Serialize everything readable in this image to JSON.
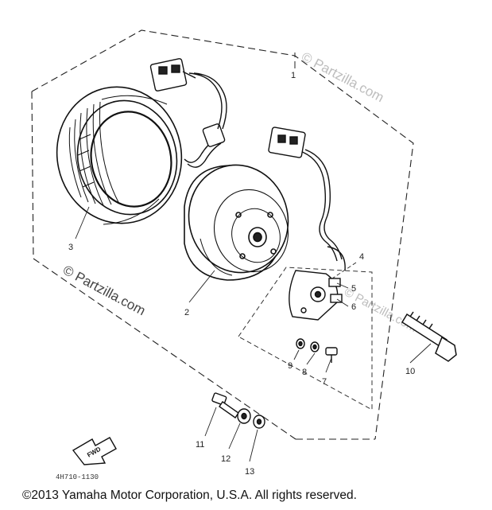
{
  "watermarks": {
    "top_right": "© Partzilla.com",
    "left_middle": "© Partzilla.com",
    "right_middle": "© Partzilla.com"
  },
  "callouts": [
    "1",
    "2",
    "3",
    "4",
    "5",
    "6",
    "7",
    "8",
    "9",
    "10",
    "11",
    "12",
    "13"
  ],
  "fwd_label": "FWD",
  "diagram_code": "4H710-1130",
  "copyright": "©2013  Yamaha Motor Corporation, U.S.A. All rights reserved."
}
